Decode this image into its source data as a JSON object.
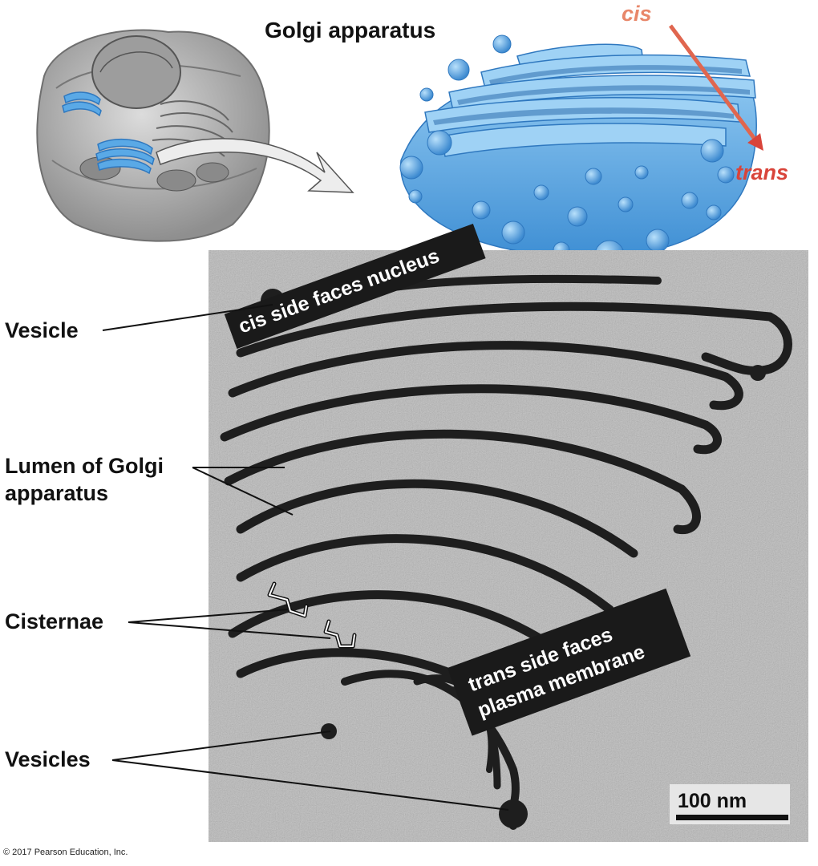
{
  "title": "Golgi apparatus",
  "direction": {
    "cis": "cis",
    "trans": "trans"
  },
  "labels": {
    "vesicle": "Vesicle",
    "lumen_line1": "Lumen of Golgi",
    "lumen_line2": "apparatus",
    "cisternae": "Cisternae",
    "vesicles": "Vesicles"
  },
  "banners": {
    "cis_side": "cis side faces nucleus",
    "trans_line1": "trans side faces",
    "trans_line2": "plasma membrane"
  },
  "scale_bar": "100 nm",
  "copyright": "© 2017 Pearson Education, Inc.",
  "colors": {
    "golgi_blue": "#5aa9e6",
    "cis_color": "#e8876a",
    "trans_color": "#d9443a",
    "micrograph_bg": "#b9b9b9"
  }
}
